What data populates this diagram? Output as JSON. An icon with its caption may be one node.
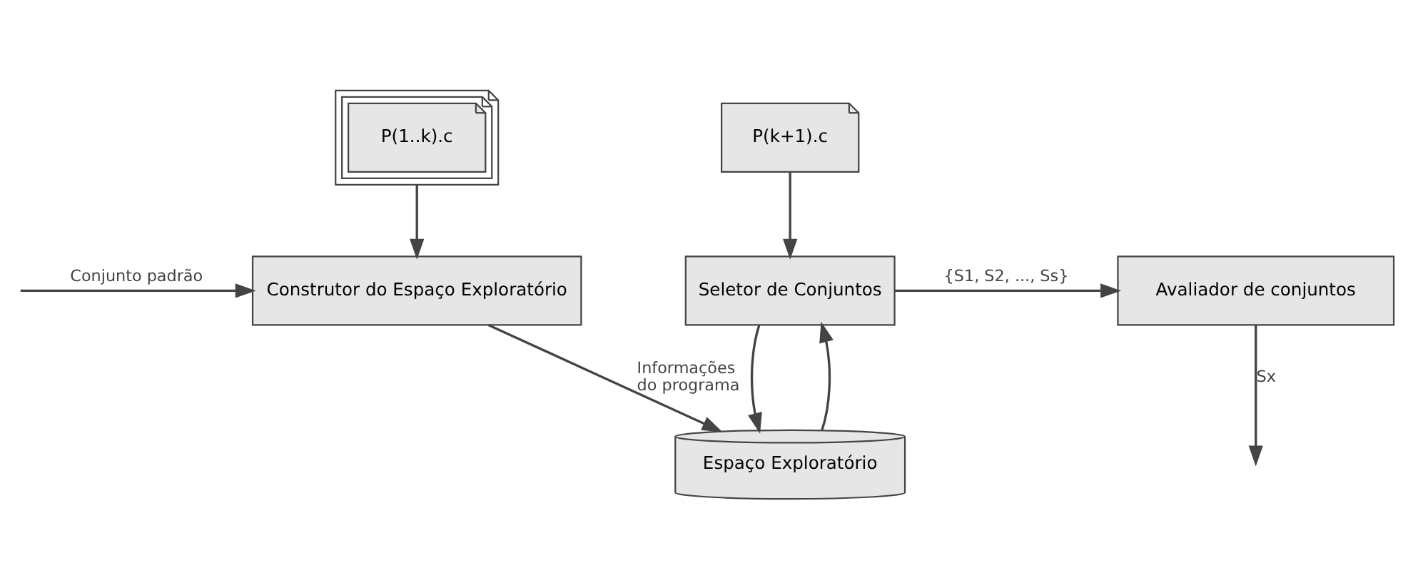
{
  "diagram": {
    "nodes": [
      {
        "text": [
          "P(1..k).c"
        ]
      },
      {
        "text": [
          "P(k+1).c"
        ]
      },
      {
        "text": [
          "Construtor do Espaço Exploratório"
        ]
      },
      {
        "text": [
          "Seletor de Conjuntos"
        ]
      },
      {
        "text": [
          "Avaliador de conjuntos"
        ]
      },
      {
        "text": [
          "Espaço Exploratório"
        ]
      }
    ],
    "edges": [
      {
        "from": 0,
        "to": 2,
        "arrow": "to"
      },
      {
        "from": 1,
        "to": 3,
        "arrow": "to"
      },
      {
        "from": 3,
        "to": 4,
        "arrow": "to",
        "label": "{S1, S2, ..., Ss}"
      },
      {
        "from": null,
        "to": 2,
        "arrow": "to",
        "label": "Conjunto padrão"
      },
      {
        "from": 2,
        "to": 5,
        "arrow": "to",
        "label": "Informações do programa"
      },
      {
        "from": 5,
        "to": 3,
        "arrow": "to"
      },
      {
        "from": 3,
        "to": 5,
        "arrow": "to"
      },
      {
        "from": 4,
        "to": null,
        "arrow": "to",
        "label": "Sx"
      }
    ]
  }
}
